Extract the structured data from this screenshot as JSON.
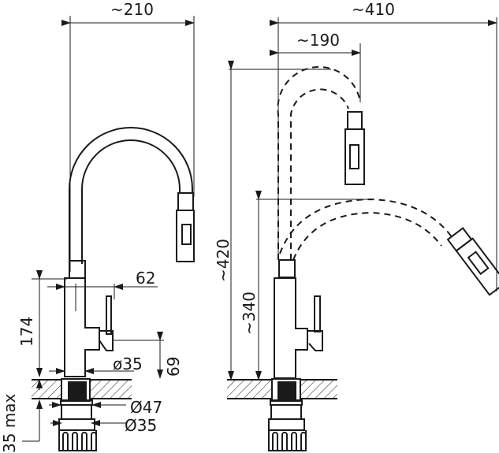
{
  "colors": {
    "line": "#1a1a1a",
    "background": "#ffffff"
  },
  "left_view": {
    "width_label": "~210",
    "spout_offset_label": "62",
    "body_height_label": "174",
    "body_diameter_label": "ø35",
    "lever_height_label": "69",
    "flange_diameter_label": "Ø47",
    "shank_diameter_label": "Ø35",
    "max_thickness_label": "35 max"
  },
  "right_view": {
    "total_reach_label": "~410",
    "spout_reach_label": "~190",
    "total_height_label": "~420",
    "spout_height_label": "~340"
  }
}
